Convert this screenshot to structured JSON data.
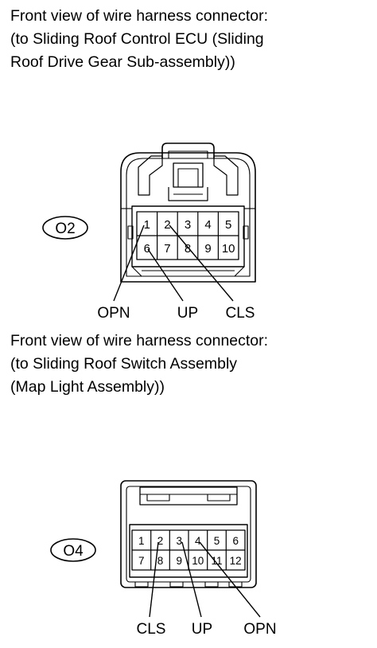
{
  "connector_o2": {
    "caption_lines": [
      "Front view of wire harness connector:",
      "(to Sliding Roof Control ECU (Sliding",
      "Roof Drive Gear Sub-assembly))"
    ],
    "id": "O2",
    "pins_top": [
      "1",
      "2",
      "3",
      "4",
      "5"
    ],
    "pins_bottom": [
      "6",
      "7",
      "8",
      "9",
      "10"
    ],
    "signals": [
      {
        "name": "OPN",
        "pin": "1"
      },
      {
        "name": "UP",
        "pin": "6"
      },
      {
        "name": "CLS",
        "pin": "2"
      }
    ]
  },
  "connector_o4": {
    "caption_lines": [
      "Front view of wire harness connector:",
      "(to Sliding Roof Switch Assembly",
      "(Map Light Assembly))"
    ],
    "id": "O4",
    "pins_top": [
      "1",
      "2",
      "3",
      "4",
      "5",
      "6"
    ],
    "pins_bottom": [
      "7",
      "8",
      "9",
      "10",
      "11",
      "12"
    ],
    "signals": [
      {
        "name": "CLS",
        "pin": "2"
      },
      {
        "name": "UP",
        "pin": "3"
      },
      {
        "name": "OPN",
        "pin": "4"
      }
    ]
  }
}
